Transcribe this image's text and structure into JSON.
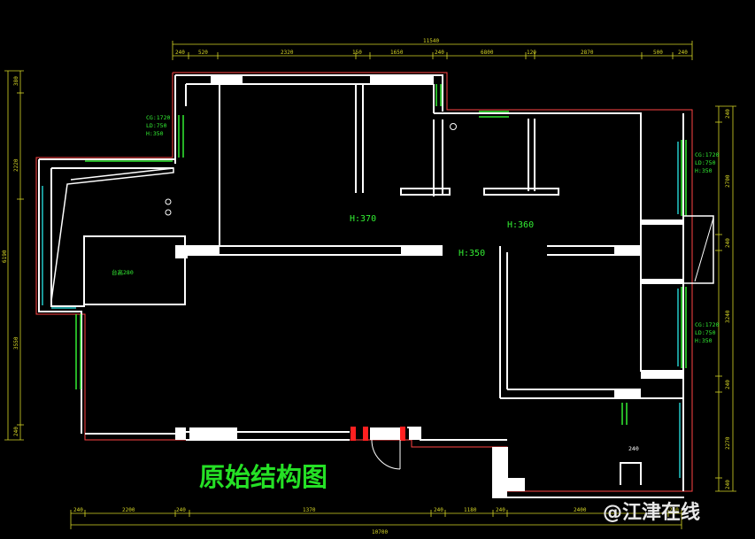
{
  "title": "原始结构图",
  "watermark": "@江津在线",
  "colors": {
    "background": "#000000",
    "wall": "#ffffff",
    "outline": "#ff4444",
    "window": "#33ee33",
    "window_cyan": "#22c8c8",
    "dimension": "#d6d626",
    "door": "#ff2020"
  },
  "top_dimensions": {
    "overall": "11540",
    "segments": [
      "240",
      "520",
      "2320",
      "150",
      "1650",
      "240",
      "6800",
      "120",
      "2870",
      "500",
      "240"
    ]
  },
  "bottom_dimensions": {
    "overall": "10700",
    "segments": [
      "240",
      "2200",
      "240",
      "1370",
      "240",
      "1180",
      "240",
      "2400",
      "240"
    ]
  },
  "left_dimensions": {
    "overall": "6190",
    "segments": [
      "380",
      "2220",
      "3550",
      "240"
    ]
  },
  "right_dimensions": {
    "segments": [
      "240",
      "2700",
      "240",
      "3240",
      "240",
      "2270",
      "240"
    ]
  },
  "window_labels": [
    {
      "id": "w1",
      "lines": [
        "CG:1720",
        "LD:750",
        "H:350"
      ]
    },
    {
      "id": "w2",
      "lines": [
        "CG:1720",
        "LD:750",
        "H:350"
      ]
    },
    {
      "id": "w3",
      "lines": [
        "CG:1720",
        "LD:750",
        "H:350"
      ]
    }
  ],
  "beam_labels": [
    "H:370",
    "H:360",
    "H:350"
  ],
  "room_labels": {
    "platform": "台高280",
    "small": "240"
  }
}
